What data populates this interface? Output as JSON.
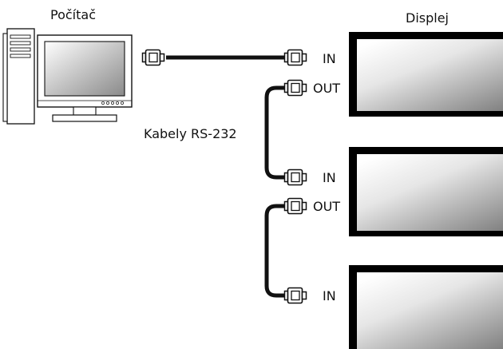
{
  "labels": {
    "computer": "Počítač",
    "display": "Displej",
    "cable": "Kabely RS-232"
  },
  "ports": {
    "in": "IN",
    "out": "OUT"
  },
  "colors": {
    "line": "#111111",
    "panel_gradient_light": "#ffffff",
    "panel_gradient_dark": "#7c7c7c"
  },
  "components": {
    "computer_icon": "desktop-computer-icon",
    "connector_icon": "serial-connector-icon",
    "display_icon": "display-panel-icon"
  }
}
